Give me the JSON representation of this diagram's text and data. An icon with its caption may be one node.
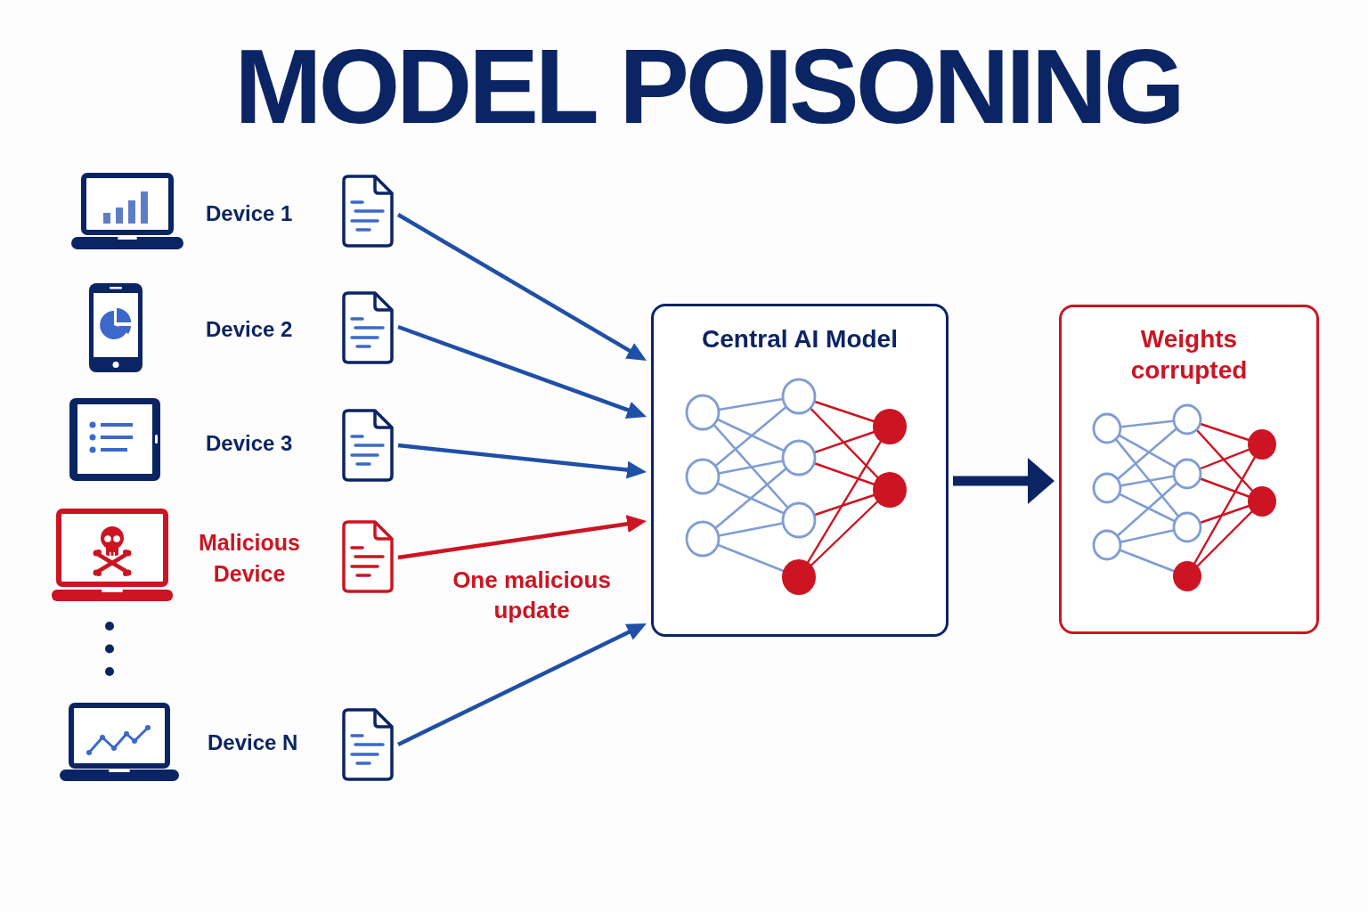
{
  "diagram": {
    "title": "MODEL POISONING",
    "nodes": [
      {
        "text": [
          "Device 1"
        ]
      },
      {
        "text": [],
        "shape": "picture"
      },
      {
        "text": [
          "Device 2"
        ]
      },
      {
        "text": [],
        "shape": "picture"
      },
      {
        "text": [
          "Device 3"
        ]
      },
      {
        "text": [],
        "shape": "picture"
      },
      {
        "text": [
          "Malicious Device"
        ]
      },
      {
        "text": [],
        "shape": "picture"
      },
      {
        "text": [
          "Device N"
        ]
      },
      {
        "text": [],
        "shape": "picture"
      },
      {
        "text": [
          "Central AI Model"
        ]
      },
      {
        "text": [
          "Weights corrupted"
        ]
      }
    ],
    "edges": [
      {
        "from": 1,
        "to": 10,
        "arrow": "to"
      },
      {
        "from": 3,
        "to": 10,
        "arrow": "to"
      },
      {
        "from": 5,
        "to": 10,
        "arrow": "to"
      },
      {
        "from": 7,
        "to": 10,
        "arrow": "to",
        "label": "One malicious update",
        "color": "#cc1422"
      },
      {
        "from": 9,
        "to": 10,
        "arrow": "to"
      },
      {
        "from": 10,
        "to": 11,
        "arrow": "to",
        "style": "thick",
        "color": "#0b2463"
      }
    ]
  }
}
